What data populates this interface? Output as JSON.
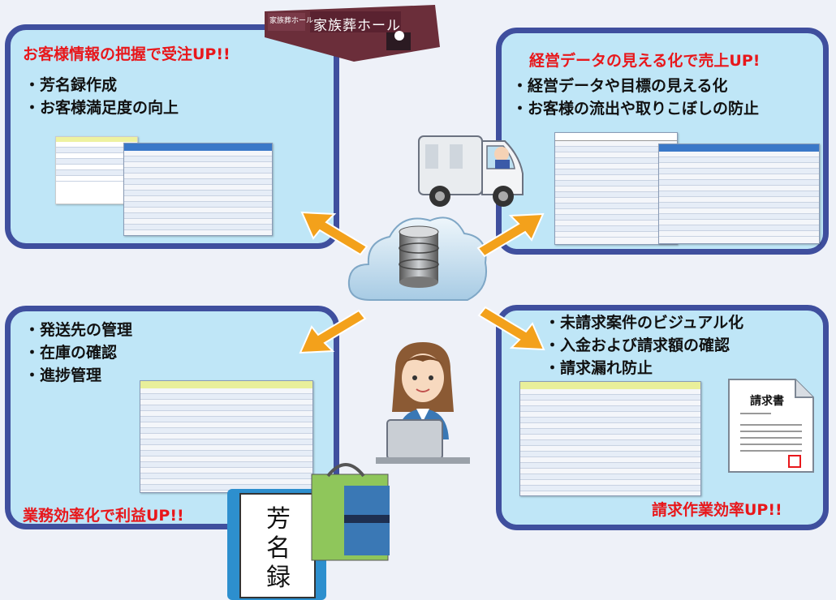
{
  "panels": {
    "top_left": {
      "title": "お客様情報の把握で受注UP!!",
      "bullets": [
        "芳名録作成",
        "お客様満足度の向上"
      ]
    },
    "top_right": {
      "title": "経営データの見える化で売上UP!",
      "bullets": [
        "経営データや目標の見える化",
        "お客様の流出や取りこぼしの防止"
      ]
    },
    "bottom_left": {
      "title": "業務効率化で利益UP!!",
      "bullets": [
        "発送先の管理",
        "在庫の確認",
        "進捗管理"
      ]
    },
    "bottom_right": {
      "title": "請求作業効率UP!!",
      "bullets": [
        "未請求案件のビジュアル化",
        "入金および請求額の確認",
        "請求漏れ防止"
      ]
    }
  },
  "hall_sign": {
    "small": "家族葬ホール",
    "large": "家族葬ホール"
  },
  "invoice_label": "請求書",
  "guestbook_label": [
    "芳",
    "名",
    "録"
  ],
  "colors": {
    "panel_border": "#3f4f9e",
    "panel_fill": "#bfe6f7",
    "title_red": "#e8171b",
    "arrow_orange": "#f3a11b"
  }
}
